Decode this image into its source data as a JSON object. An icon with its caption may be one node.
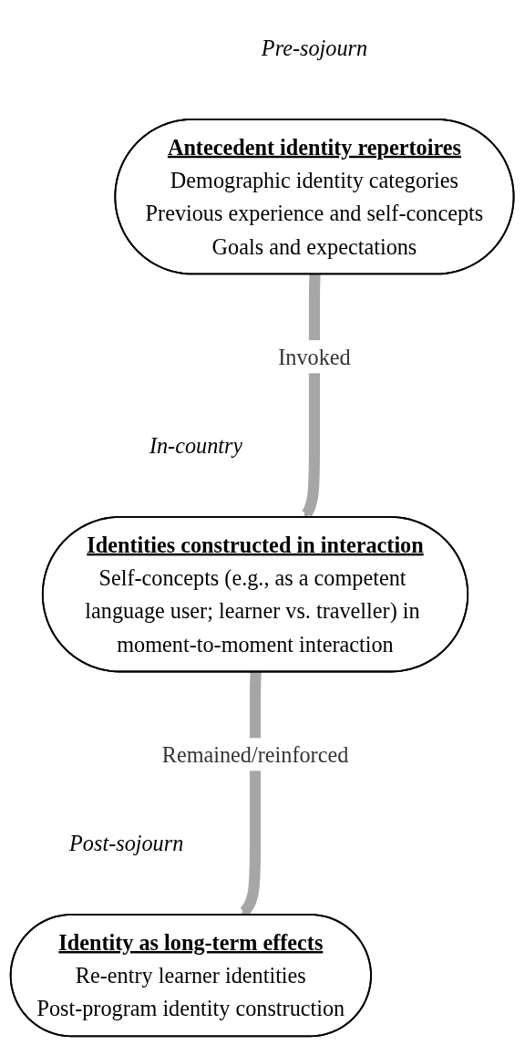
{
  "diagram": {
    "nodes": [
      {
        "text": [
          "Antecedent identity repertoires",
          "Demographic identity categories",
          "Previous experience and self-concepts",
          "Goals and expectations"
        ],
        "beside": [
          "Pre-sojourn"
        ]
      },
      {
        "text": [
          "Identities constructed in interaction",
          "Self-concepts (e.g., as a competent language user; learner vs. traveller) in moment-to-moment interaction"
        ],
        "beside": [
          "In-country"
        ]
      },
      {
        "text": [
          "Identity as long-term effects",
          "Re-entry learner identities",
          "Post-program identity construction"
        ],
        "beside": [
          "Post-sojourn"
        ]
      }
    ],
    "edges": [
      {
        "from": 0,
        "to": 1,
        "arrow": "to",
        "label": "Invoked"
      },
      {
        "from": 1,
        "to": 2,
        "arrow": "to",
        "label": "Remained/reinforced"
      }
    ]
  }
}
